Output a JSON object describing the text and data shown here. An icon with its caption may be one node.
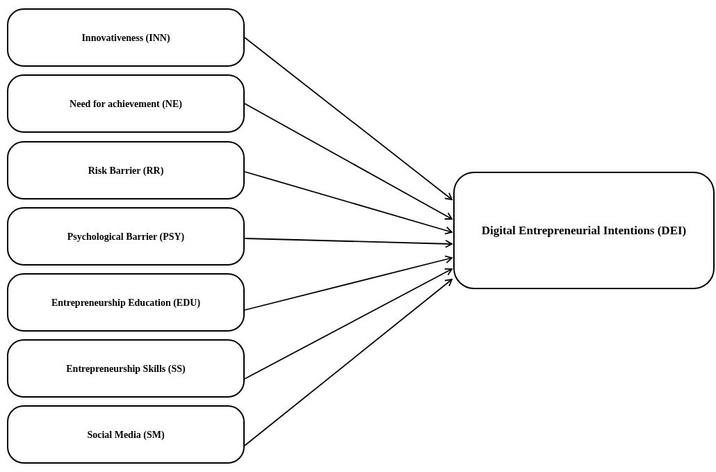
{
  "diagram": {
    "nodes": [
      {
        "text": [
          "Innovativeness (INN)"
        ]
      },
      {
        "text": [
          "Need for achievement (NE)"
        ]
      },
      {
        "text": [
          "Risk Barrier (RR)"
        ]
      },
      {
        "text": [
          "Psychological Barrier (PSY)"
        ]
      },
      {
        "text": [
          "Entrepreneurship Education (EDU)"
        ]
      },
      {
        "text": [
          "Entrepreneurship Skills (SS)"
        ]
      },
      {
        "text": [
          "Social Media (SM)"
        ]
      },
      {
        "text": [
          "Digital Entrepreneurial Intentions (DEI)"
        ]
      }
    ],
    "edges": [
      {
        "from": 0,
        "to": 7,
        "arrow": "to"
      },
      {
        "from": 1,
        "to": 7,
        "arrow": "to"
      },
      {
        "from": 2,
        "to": 7,
        "arrow": "to"
      },
      {
        "from": 3,
        "to": 7,
        "arrow": "to"
      },
      {
        "from": 4,
        "to": 7,
        "arrow": "to"
      },
      {
        "from": 5,
        "to": 7,
        "arrow": "to"
      },
      {
        "from": 6,
        "to": 7,
        "arrow": "to"
      }
    ]
  }
}
